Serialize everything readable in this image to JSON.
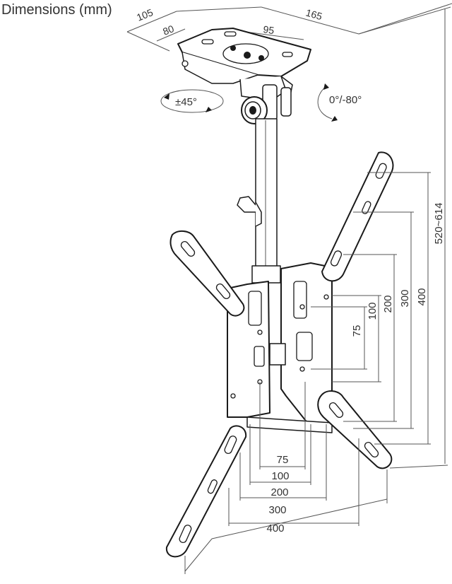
{
  "title": "Dimensions (mm)",
  "ceiling_dims": {
    "d105": "105",
    "d80": "80",
    "d165": "165",
    "d95": "95"
  },
  "rotation": {
    "swivel": "±45°",
    "tilt": "0°/-80°"
  },
  "height_range": "520~614",
  "vesa_vertical": [
    "75",
    "100",
    "200",
    "300",
    "400"
  ],
  "vesa_horizontal": [
    "75",
    "100",
    "200",
    "300",
    "400"
  ]
}
